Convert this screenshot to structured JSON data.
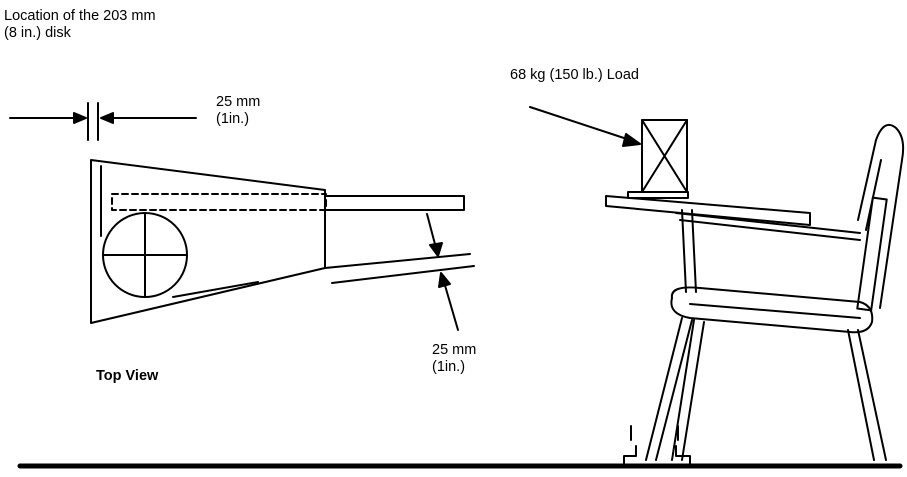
{
  "figure": {
    "disk_location_label": "Location of the 203 mm\n(8 in.) disk",
    "top_dimension_label": "25 mm\n(1in.)",
    "bottom_dimension_label": "25 mm\n(1in.)",
    "top_view_label": "Top View",
    "load_label": "68 kg (150 lb.) Load"
  }
}
